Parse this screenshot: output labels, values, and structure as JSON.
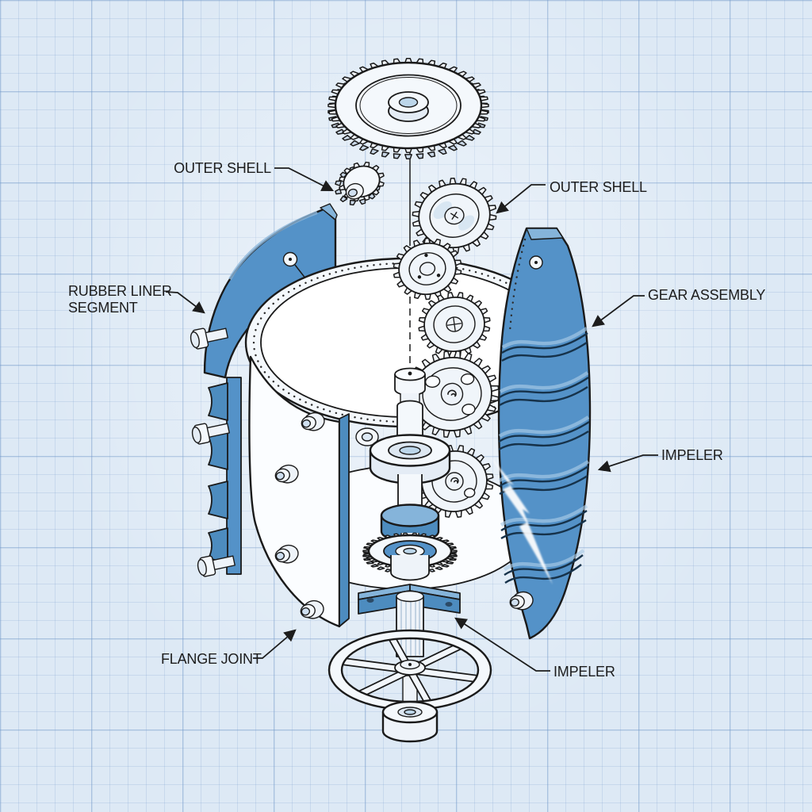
{
  "figure": {
    "kind": "exploded-technical-illustration",
    "subject": "cylindrical mill / mixer assembly on blueprint graph paper"
  },
  "labels": {
    "outer_shell_left": "OUTER SHELL",
    "outer_shell_right": "OUTER SHELL",
    "rubber_liner_segment": "RUBBER LINER SEGMENT",
    "gear_assembly": "GEAR ASSEMBLY",
    "impeller_right": "IMPELER",
    "flange_joint": "FLANGE JOINT",
    "impeller_bottom": "IMPELER"
  },
  "colors": {
    "paper": "#dde9f5",
    "grid_line": "#9fbddd",
    "part_blue": "#5492c8",
    "part_blue_dark": "#4d8cbf",
    "part_blue_light": "#85b4da",
    "part_white": "#f4f8fc",
    "outline": "#1a1a1a",
    "label_text": "#1c1c1c"
  }
}
